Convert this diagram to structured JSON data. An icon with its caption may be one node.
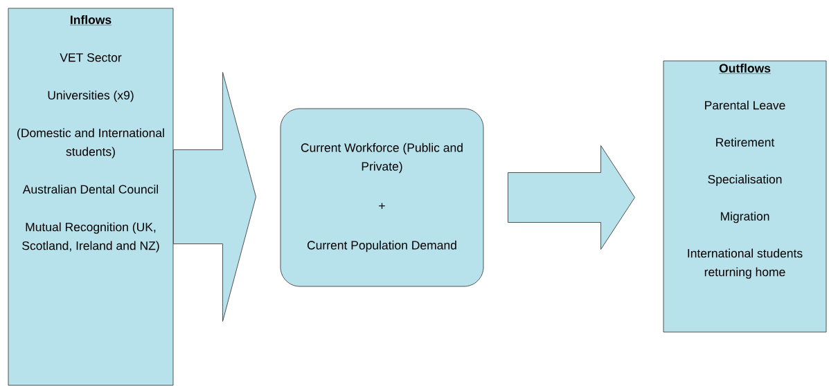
{
  "diagram": {
    "nodes": [
      {
        "text": [
          "Inflows",
          "VET Sector",
          "Universities (x9)",
          "(Domestic and International students)",
          "Australian Dental Council",
          "Mutual Recognition (UK, Scotland, Ireland and NZ)"
        ]
      },
      {
        "text": [
          "Current Workforce (Public and Private)",
          "+",
          "Current Population Demand"
        ]
      },
      {
        "text": [
          "Outflows",
          "Parental Leave",
          "Retirement",
          "Specialisation",
          "Migration",
          "International students returning home"
        ]
      }
    ],
    "edges": [
      {
        "from": 0,
        "to": 1,
        "arrow": "to"
      },
      {
        "from": 1,
        "to": 2,
        "arrow": "to"
      }
    ]
  }
}
